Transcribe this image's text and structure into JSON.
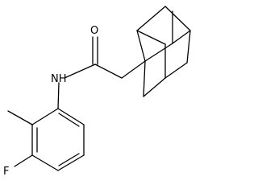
{
  "molecule": {
    "atom_labels": {
      "oxygen": "O",
      "nitrogen": "NH",
      "fluorine": "F"
    }
  }
}
